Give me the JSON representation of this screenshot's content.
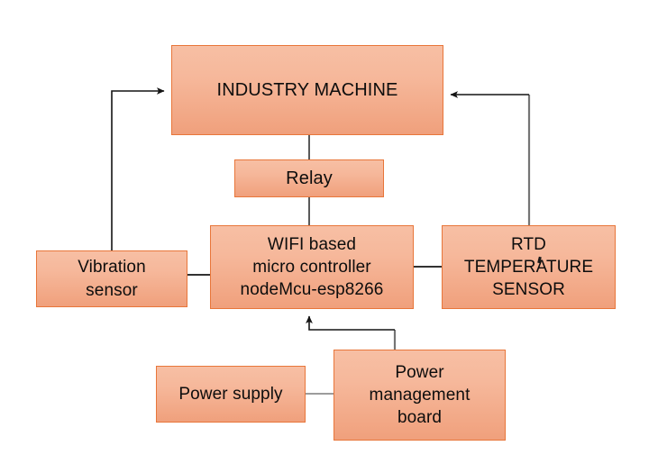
{
  "diagram": {
    "title": "Industrial machine monitoring block diagram",
    "colors": {
      "box_fill_top": "#f7bfa4",
      "box_fill_bottom": "#f0a07c",
      "box_border": "#e8763a",
      "wire_dark": "#141414",
      "wire_gray": "#757575",
      "background": "#ffffff",
      "text": "#0d0d0d"
    },
    "nodes": [
      {
        "id": "industry",
        "lines": [
          "INDUSTRY MACHINE"
        ]
      },
      {
        "id": "relay",
        "lines": [
          "Relay"
        ]
      },
      {
        "id": "wifi",
        "lines": [
          "WIFI based",
          "micro controller",
          "nodeMcu-esp8266"
        ]
      },
      {
        "id": "rtd",
        "lines": [
          "RTD",
          "TEMPERATURE",
          "SENSOR"
        ]
      },
      {
        "id": "vibration",
        "lines": [
          "Vibration",
          "sensor"
        ]
      },
      {
        "id": "psupply",
        "lines": [
          "Power supply"
        ]
      },
      {
        "id": "pmboard",
        "lines": [
          "Power",
          "management",
          "board"
        ]
      }
    ],
    "connections": [
      {
        "name": "vibration-to-industry",
        "from": "vibration",
        "to": "industry",
        "arrow": "to",
        "style": "dark"
      },
      {
        "name": "rtd-to-industry",
        "from": "rtd",
        "to": "industry",
        "arrow": "to",
        "style": "gray-dark"
      },
      {
        "name": "industry-to-relay",
        "from": "industry",
        "to": "relay",
        "arrow": "none",
        "style": "dark"
      },
      {
        "name": "relay-to-wifi",
        "from": "relay",
        "to": "wifi",
        "arrow": "none",
        "style": "dark"
      },
      {
        "name": "vibration-to-wifi",
        "from": "vibration",
        "to": "wifi",
        "arrow": "none",
        "style": "dark"
      },
      {
        "name": "wifi-to-rtd",
        "from": "wifi",
        "to": "rtd",
        "arrow": "none",
        "style": "dark"
      },
      {
        "name": "pmboard-to-wifi",
        "from": "pmboard",
        "to": "wifi",
        "arrow": "to",
        "style": "gray-dark"
      },
      {
        "name": "psupply-to-pmboard",
        "from": "psupply",
        "to": "pmboard",
        "arrow": "none",
        "style": "thin"
      }
    ]
  }
}
